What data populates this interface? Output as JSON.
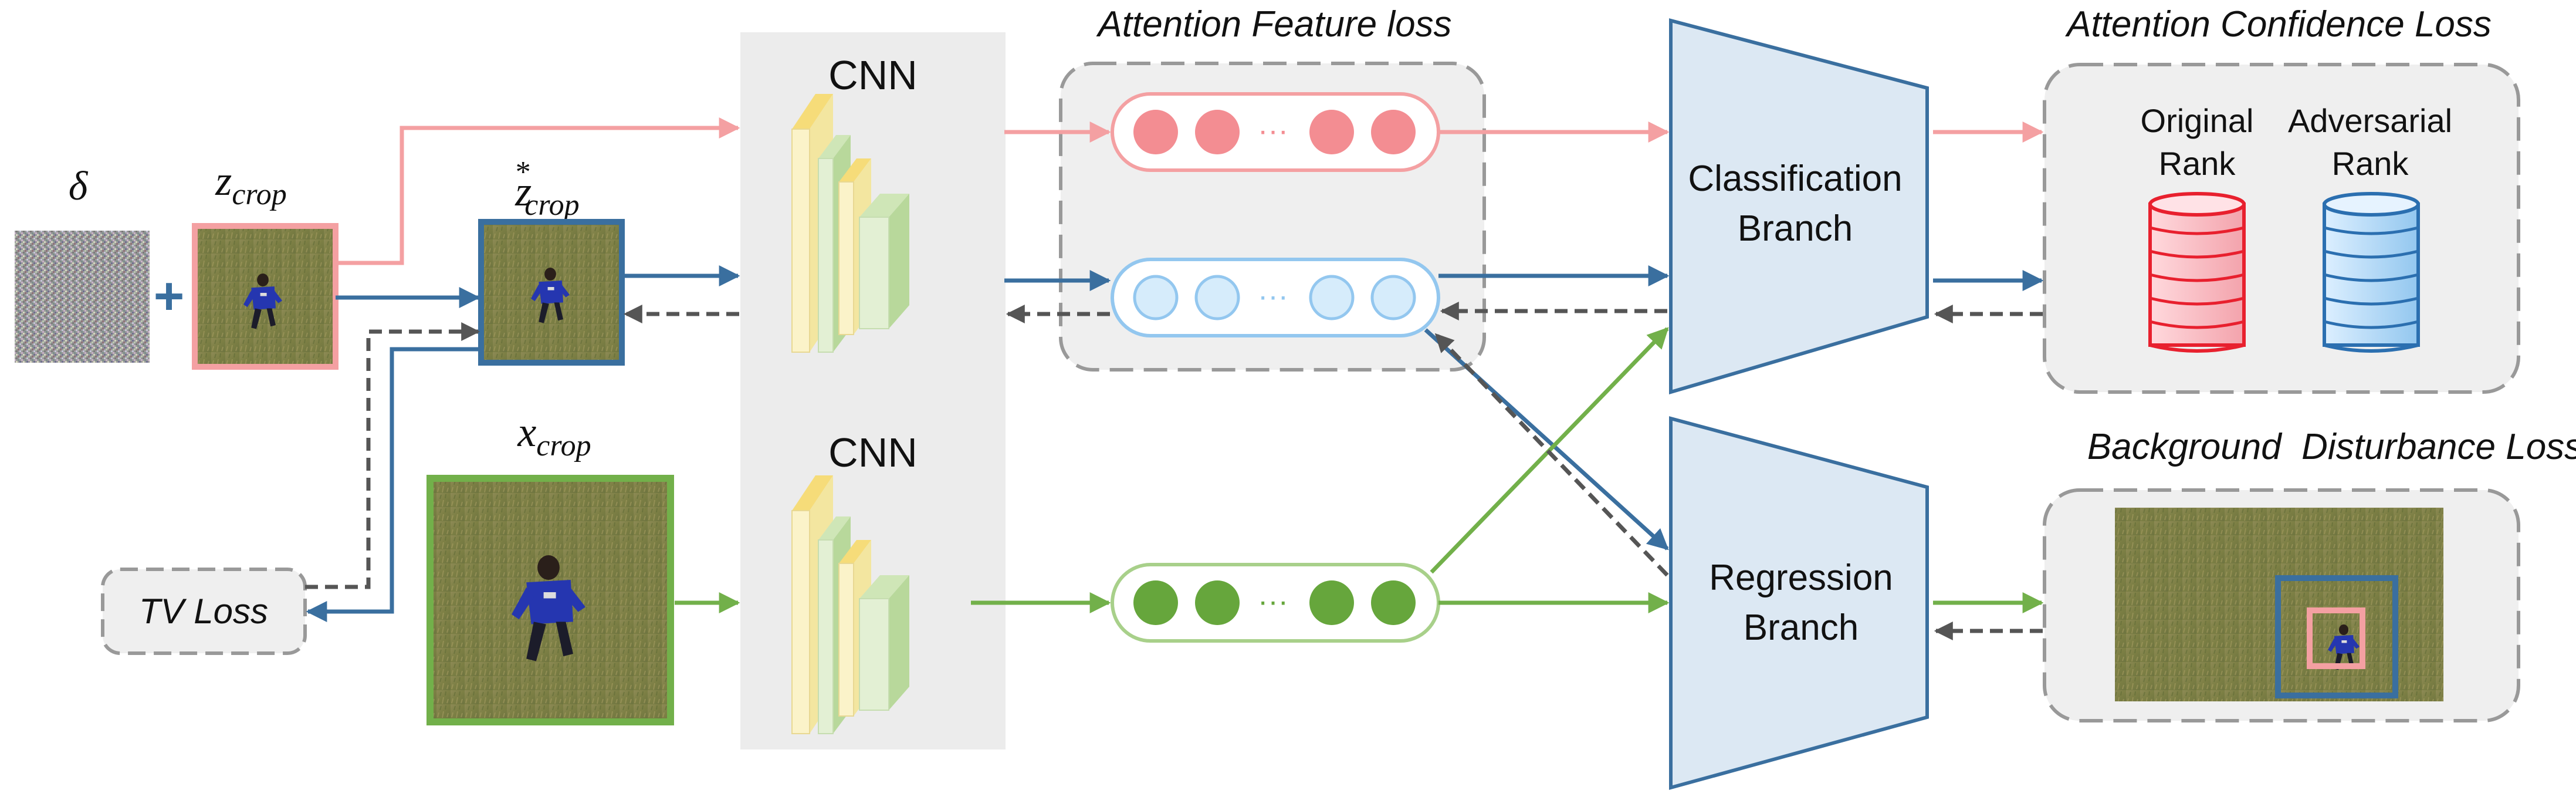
{
  "labels": {
    "delta": "δ",
    "z_crop_base": "z",
    "z_crop_sub": "crop",
    "z_star_base": "z",
    "z_star_sup": "*",
    "z_star_sub": "crop",
    "x_crop_base": "x",
    "x_crop_sub": "crop",
    "plus": "+",
    "cnn_top": "CNN",
    "cnn_bottom": "CNN",
    "tv_loss": "TV Loss",
    "attention_feature_loss": "Attention Feature loss",
    "attention_confidence_loss": "Attention Confidence Loss",
    "classification_line1": "Classification",
    "classification_line2": "Branch",
    "regression_line1": "Regression",
    "regression_line2": "Branch",
    "original_rank_line1": "Original",
    "original_rank_line2": "Rank",
    "adversarial_rank_line1": "Adversarial",
    "adversarial_rank_line2": "Rank",
    "background_disturbance_loss": "Background  Disturbance Loss",
    "ellipsis": "···"
  },
  "colors": {
    "pink": "#f4a0a2",
    "pink_dot": "#f38d92",
    "blue": "#3a6f9f",
    "blue_light": "#bfe3f7",
    "green": "#72b04a",
    "green_dot": "#66a63c",
    "dashed_gray": "#555555",
    "panel_gray": "#ececec",
    "branch_fill": "#dce8f3"
  },
  "icons": {
    "noise": "noise-image",
    "runner": "runner-photo",
    "database_red": "database-icon",
    "database_blue": "database-icon"
  }
}
